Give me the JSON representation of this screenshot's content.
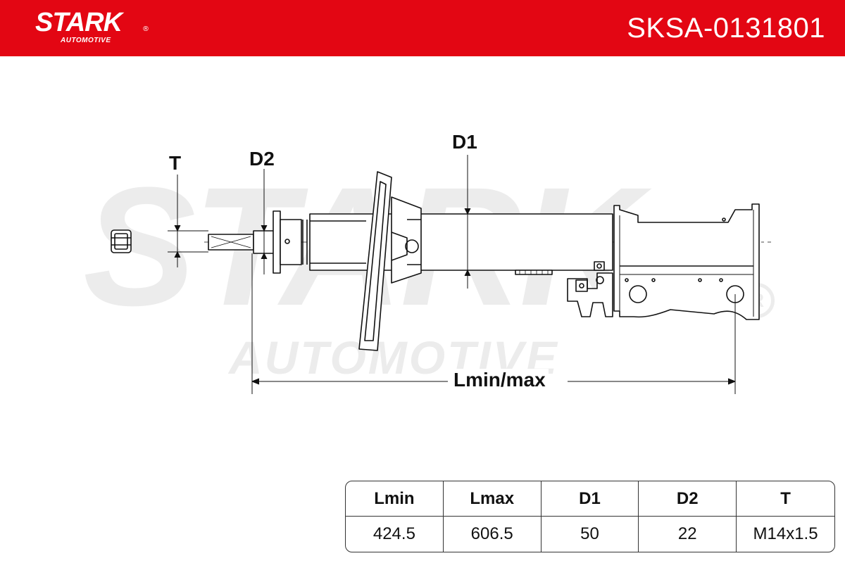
{
  "header": {
    "brand": "STARK",
    "brand_sub": "AUTOMOTIVE",
    "brand_mark": "®",
    "part_number": "SKSA-0131801",
    "color": "#e30613"
  },
  "watermark": {
    "brand": "STARK",
    "sub": "AUTOMOTIVE",
    "mark": "R",
    "color": "#ececec"
  },
  "drawing": {
    "labels": {
      "T": "T",
      "D2": "D2",
      "D1": "D1",
      "L": "Lmin/max"
    }
  },
  "specs": {
    "headers": [
      "Lmin",
      "Lmax",
      "D1",
      "D2",
      "T"
    ],
    "values": [
      "424.5",
      "606.5",
      "50",
      "22",
      "M14x1.5"
    ]
  }
}
